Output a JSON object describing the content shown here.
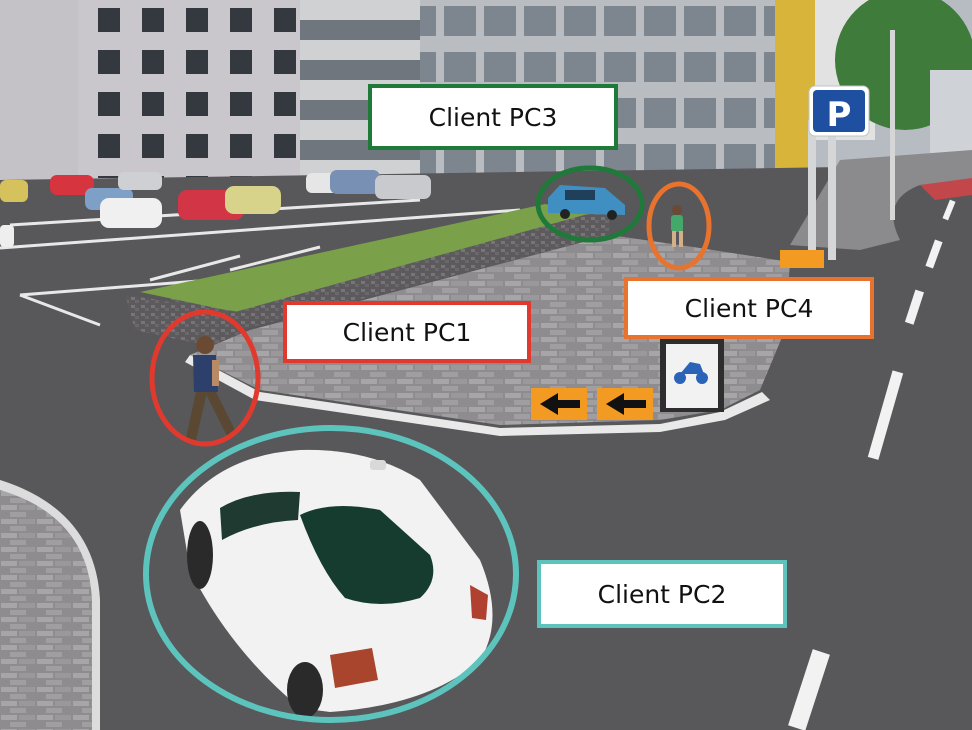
{
  "scene": {
    "sign_text": "P",
    "labels": {
      "pc1": "Client PC1",
      "pc2": "Client PC2",
      "pc3": "Client PC3",
      "pc4": "Client PC4"
    },
    "colors": {
      "pc1": "#e03a2f",
      "pc2": "#5cc4bd",
      "pc3": "#1f7a3a",
      "pc4": "#e8732e",
      "sign": "#1f4fa0",
      "arrow_sign": "#f39a22"
    },
    "icons": [
      "parking-sign-icon",
      "left-arrow-icon",
      "motorcycle-icon"
    ]
  }
}
